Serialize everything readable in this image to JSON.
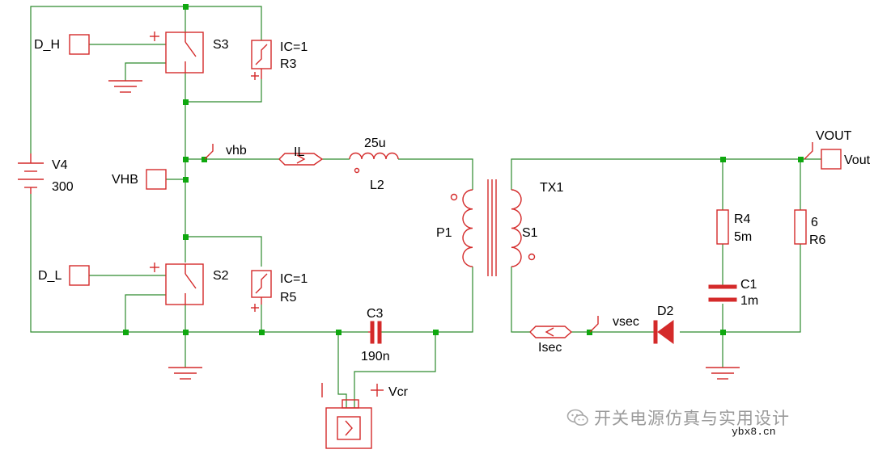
{
  "diagram": {
    "labels": {
      "d_h": "D_H",
      "d_l": "D_L",
      "s3": "S3",
      "s2": "S2",
      "ic_r3": "IC=1",
      "r3": "R3",
      "ic_r5": "IC=1",
      "r5": "R5",
      "v4": "V4",
      "v4_value": "300",
      "vhb_box": "VHB",
      "vhb_probe": "vhb",
      "il": "IL",
      "l2_value": "25u",
      "l2": "L2",
      "tx1": "TX1",
      "p1": "P1",
      "s1": "S1",
      "c3": "C3",
      "c3_value": "190n",
      "vcr": "Vcr",
      "vout_probe": "VOUT",
      "vout_box": "Vout",
      "r4": "R4",
      "r4_value": "5m",
      "r6_value": "6",
      "r6": "R6",
      "c1": "C1",
      "c1_value": "1m",
      "d2": "D2",
      "vsec": "vsec",
      "isec": "Isec"
    },
    "colors": {
      "wire": "#2d8a2d",
      "component": "#d42a2a",
      "node": "#0fa80f",
      "text": "#000000"
    }
  },
  "watermark": {
    "text": "开关电源仿真与实用设计",
    "icon": "wechat-icon",
    "site": "ybx8.cn"
  }
}
